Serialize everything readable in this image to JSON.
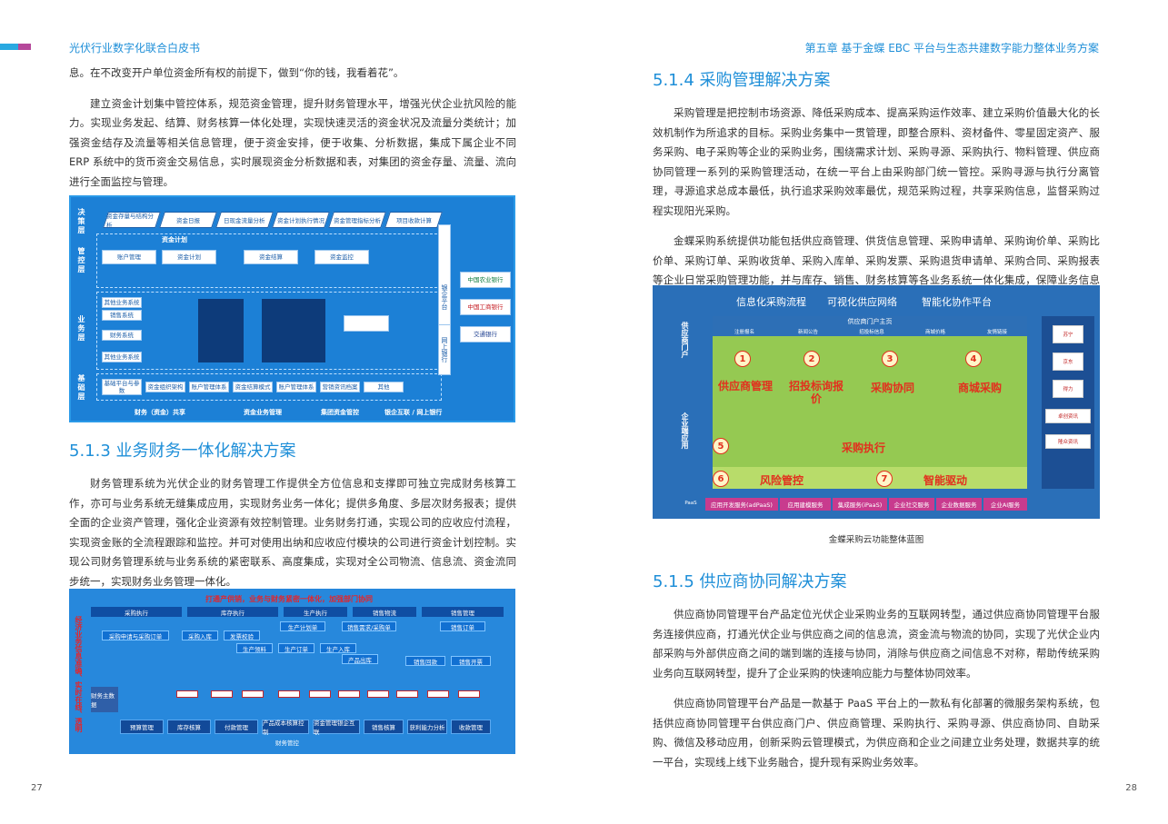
{
  "header": {
    "left_title": "光伏行业数字化联合白皮书",
    "right_title": "第五章  基于金蝶 EBC 平台与生态共建数字能力整体业务方案"
  },
  "left_page": {
    "p1": "息。在不改变开户单位资金所有权的前提下，做到“你的钱，我看着花”。",
    "p2": "建立资金计划集中管控体系，规范资金管理，提升财务管理水平，增强光伏企业抗风险的能力。实现业务发起、结算、财务核算一体化处理，实现快速灵活的资金状况及流量分类统计；加强资金结存及流量等相关信息管理，便于资金安排，便于收集、分析数据，集成下属企业不同 ERP 系统中的货币资金交易信息，实时展现资金分析数据和表，对集团的资金存量、流量、流向进行全面监控与管理。",
    "section_title": "5.1.3 业务财务一体化解决方案",
    "p3": "财务管理系统为光伏企业的财务管理工作提供全方位信息和支撑即可独立完成财务核算工作，亦可与业务系统无缝集成应用，实现财务业务一体化；提供多角度、多层次财务报表；提供全面的企业资产管理，强化企业资源有效控制管理。业务财务打通，实现公司的应收应付流程，实现资金账的全流程跟踪和监控。并可对使用出纳和应收应付模块的公司进行资金计划控制。实现公司财务管理系统与业务系统的紧密联系、高度集成，实现对全公司物流、信息流、资金流同步统一，实现财务业务管理一体化。",
    "page_number": "27"
  },
  "diagram1": {
    "rows": [
      "决策层",
      "管控层",
      "业务层",
      "基础层"
    ],
    "top_items": [
      "资金存量与结构分析",
      "资金日报",
      "日现金流量分析",
      "资金计划执行情况",
      "资金管理指标分析",
      "项目收款计算"
    ],
    "plan_label": "资金计划",
    "mid_items": [
      "账户管理",
      "资金计划",
      "资金结算",
      "资金监控"
    ],
    "business": [
      "其他业务系统",
      "销售系统",
      "财务系统",
      "其他业务系统"
    ],
    "base_items": [
      "基础平台与参数",
      "资金组织架构",
      "账户管理体系",
      "资金结算模式",
      "账户管理体系",
      "营销资讯档案",
      "其他"
    ],
    "footer": [
      "财务（资金）共享",
      "资金业务管理",
      "集团资金管控",
      "银企互联 / 网上银行"
    ],
    "side_right": [
      "银企平台",
      "网上银行"
    ],
    "banks": [
      "中国农业银行",
      "中国工商银行",
      "交通银行"
    ]
  },
  "diagram2": {
    "banner": "打通产供销，业务与财务紧密一体化，加强部门协同",
    "heads": [
      "采购执行",
      "库存执行",
      "生产执行",
      "销售物流",
      "销售管理"
    ],
    "left_label": "经济业务信息准确、实时在线、透明",
    "flows": [
      "采购申请与采购订单",
      "采购入库",
      "发票校验",
      "生产计划单",
      "销售需求/采购单",
      "销售订单",
      "生产领料",
      "生产订单",
      "生产入库",
      "产品出库",
      "销售回款",
      "销售开票"
    ],
    "bottom": [
      "预算管理",
      "库存核算",
      "付款管理",
      "产品成本核算控制",
      "资金管理银企互联",
      "销售核算",
      "获利能力分析",
      "收款管理"
    ],
    "finance_label": "财务管控",
    "side_label": "财务主数据"
  },
  "right_page": {
    "section1_title": "5.1.4 采购管理解决方案",
    "p1": "采购管理是把控制市场资源、降低采购成本、提高采购运作效率、建立采购价值最大化的长效机制作为所追求的目标。采购业务集中一贯管理，即整合原料、资材备件、零星固定资产、服务采购、电子采购等企业的采购业务，围绕需求计划、采购寻源、采购执行、物料管理、供应商协同管理一系列的采购管理活动，在统一平台上由采购部门统一管控。采购寻源与执行分离管理，寻源追求总成本最低，执行追求采购效率最优，规范采购过程，共享采购信息，监督采购过程实现阳光采购。",
    "p2": "金蝶采购系统提供功能包括供应商管理、供货信息管理、采购申请单、采购询价单、采购比价单、采购订单、采购收货单、采购入库单、采购发票、采购退货申请单、采购合同、采购报表等企业日常采购管理功能，并与库存、销售、财务核算等各业务系统一体化集成，保障业务信息与财务信息的高度同步与一致性，为光伏企业决策层提供实时的决策管理信息。其整体流程如下：",
    "caption": "金蝶采购云功能整体蓝图",
    "section2_title": "5.1.5 供应商协同解决方案",
    "p3": "供应商协同管理平台产品定位光伏企业采购业务的互联网转型，通过供应商协同管理平台服务连接供应商，打通光伏企业与供应商之间的信息流，资金流与物流的协同，实现了光伏企业内部采购与外部供应商之间的端到端的连接与协同，消除与供应商之间信息不对称，帮助传统采购业务向互联网转型，提升了企业采购的快速响应能力与整体协同效率。",
    "p4": "供应商协同管理平台产品是一款基于 PaaS 平台上的一款私有化部署的微服务架构系统，包括供应商协同管理平台供应商门户、供应商管理、采购执行、采购寻源、供应商协同、自助采购、微信及移动应用，创新采购云管理模式，为供应商和企业之间建立业务处理，数据共享的统一平台，实现线上线下业务融合，提升现有采购业务效率。",
    "page_number": "28"
  },
  "diagram3": {
    "top_titles": [
      "信息化采购流程",
      "可视化供应网络",
      "智能化协作平台"
    ],
    "side_top": "供应商门户",
    "side_bottom": "企业端应用",
    "portal_title": "供应商门户主页",
    "portal_items": [
      "注册报名",
      "新闻公告",
      "招投标信息",
      "商城价格",
      "友情链接"
    ],
    "blocks": [
      {
        "num": "1",
        "label": "供应商管理"
      },
      {
        "num": "2",
        "label": "招投标询报价"
      },
      {
        "num": "3",
        "label": "采购协同"
      },
      {
        "num": "4",
        "label": "商城采购"
      },
      {
        "num": "5",
        "label": "采购执行"
      },
      {
        "num": "6",
        "label": "风险管控"
      },
      {
        "num": "7",
        "label": "智能驱动"
      }
    ],
    "paas_label": "PaaS",
    "paas_items": [
      "应用开发服务(adPaaS)",
      "应用建模服务",
      "集成服务(iPaaS)",
      "企业社交服务",
      "企业数据服务",
      "企业AI服务"
    ],
    "logos": [
      "苏宁",
      "京东",
      "得力",
      "卓创资讯",
      "隆众资讯"
    ],
    "colors": {
      "green": "#95c952",
      "blue": "#2a6fb8",
      "pink": "#c83b8e",
      "red": "#e2301e"
    }
  }
}
